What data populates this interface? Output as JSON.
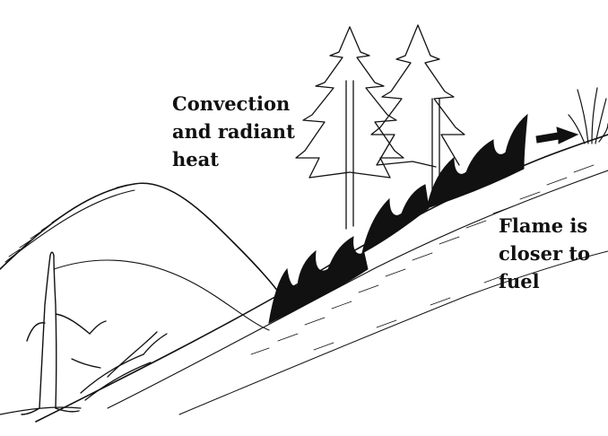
{
  "labels": {
    "convection": {
      "lines": [
        "Convection",
        "and radiant",
        "heat"
      ]
    },
    "flame": {
      "lines": [
        "Flame is",
        "closer to",
        "fuel"
      ]
    }
  },
  "colors": {
    "ink": "#111111",
    "background": "#ffffff"
  },
  "icons": {
    "arrow": "arrow-right-icon"
  }
}
